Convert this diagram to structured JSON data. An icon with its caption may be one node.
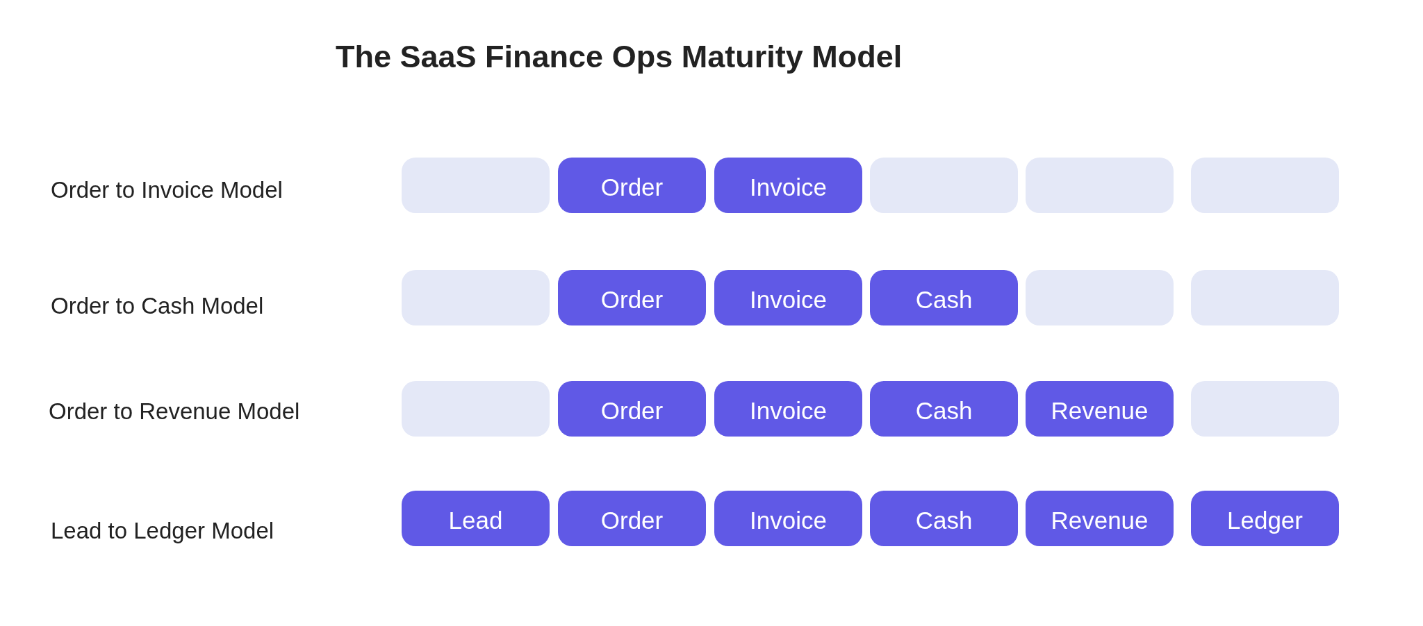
{
  "diagram": {
    "title": "The SaaS Finance Ops Maturity Model",
    "nodes": [
      {
        "text": [],
        "shape": "box"
      },
      {
        "text": [
          "Order"
        ]
      },
      {
        "text": [
          "Invoice"
        ]
      },
      {
        "text": [],
        "shape": "box"
      },
      {
        "text": [],
        "shape": "box"
      },
      {
        "text": [],
        "shape": "box"
      },
      {
        "text": [],
        "shape": "box"
      },
      {
        "text": [
          "Order"
        ]
      },
      {
        "text": [
          "Invoice"
        ]
      },
      {
        "text": [
          "Cash"
        ]
      },
      {
        "text": [],
        "shape": "box"
      },
      {
        "text": [],
        "shape": "box"
      },
      {
        "text": [],
        "shape": "box"
      },
      {
        "text": [
          "Order"
        ]
      },
      {
        "text": [
          "Invoice"
        ]
      },
      {
        "text": [
          "Cash"
        ]
      },
      {
        "text": [
          "Revenue"
        ]
      },
      {
        "text": [],
        "shape": "box"
      },
      {
        "text": [
          "Lead"
        ]
      },
      {
        "text": [
          "Order"
        ]
      },
      {
        "text": [
          "Invoice"
        ]
      },
      {
        "text": [
          "Cash"
        ]
      },
      {
        "text": [
          "Revenue"
        ]
      },
      {
        "text": [
          "Ledger"
        ]
      }
    ],
    "labels": [
      "Order to Invoice Model",
      "Order to Cash Model",
      "Order to Revenue Model",
      "Lead to Ledger Model"
    ]
  }
}
